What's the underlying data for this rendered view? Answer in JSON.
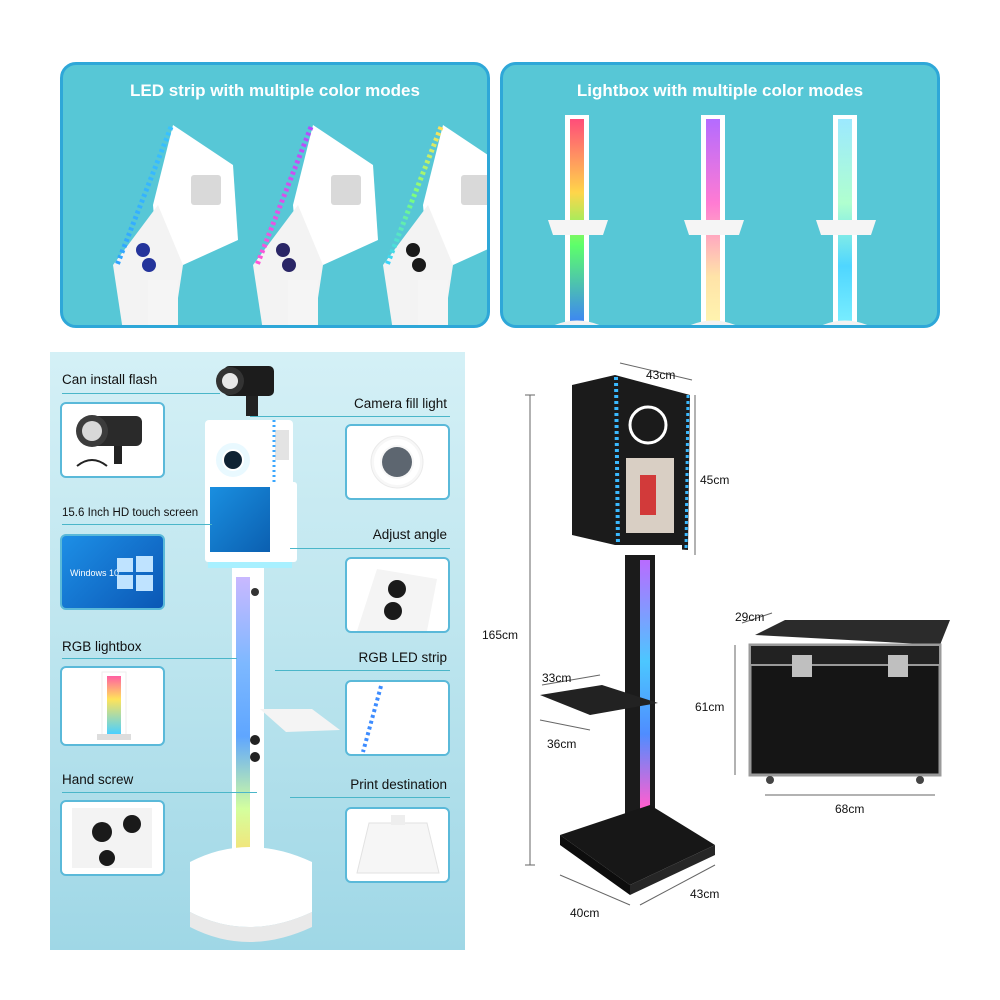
{
  "panels": {
    "led_strip_title": "LED strip with multiple color modes",
    "lightbox_title": "Lightbox with multiple color modes"
  },
  "features": {
    "flash": "Can install flash",
    "camera_fill_light": "Camera fill light",
    "touch_screen": "15.6 Inch HD touch screen",
    "windows_label": "Windows 10",
    "adjust_angle": "Adjust angle",
    "rgb_lightbox": "RGB lightbox",
    "rgb_led_strip": "RGB LED strip",
    "hand_screw": "Hand screw",
    "print_destination": "Print destination"
  },
  "dimensions": {
    "head_width": "43cm",
    "head_height": "45cm",
    "total_height": "165cm",
    "shelf_depth": "33cm",
    "shelf_width": "36cm",
    "base_width": "40cm",
    "base_depth": "43cm",
    "case_depth": "29cm",
    "case_height": "61cm",
    "case_width": "68cm"
  },
  "colors": {
    "panel_bg": "#57c7d6",
    "panel_border": "#2ea7d8",
    "callout_line": "#4ab6c9",
    "thumb_border": "#5ab9d9",
    "booth_black": "#1b1b1b"
  },
  "icons": [
    "speaker-grille-icon",
    "knob-icon",
    "ring-light-icon",
    "windows-logo-icon",
    "flash-unit-icon"
  ]
}
